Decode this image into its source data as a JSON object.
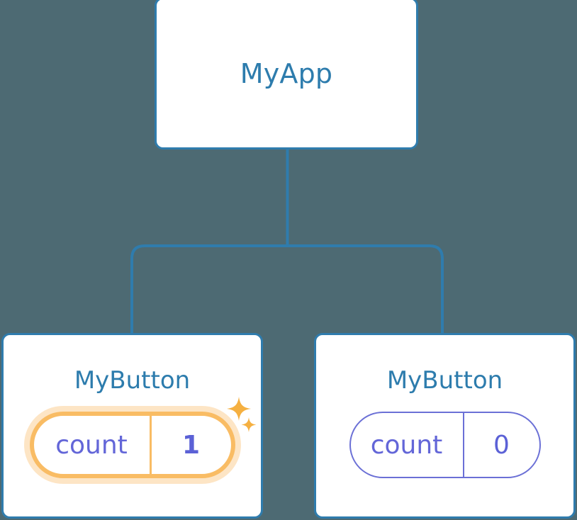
{
  "diagram": {
    "type": "component-tree",
    "background_color": "#4d6a73",
    "connector_color": "#2f7cad",
    "card_border_color": "#2f7cad",
    "card_fill_color": "#ffffff",
    "title_color": "#2d7cad",
    "state_label_color": "#6366d8",
    "state_value_color": "#5b61d6",
    "pill_border_color": "#6b70d6",
    "highlight_border_color": "#f9bc64",
    "highlight_glow_color": "#fcdcb0",
    "sparkle_color": "#f5b041"
  },
  "root": {
    "title": "MyApp"
  },
  "children": [
    {
      "title": "MyButton",
      "state": {
        "label": "count",
        "value": "1"
      },
      "highlighted": true,
      "sparkles": true
    },
    {
      "title": "MyButton",
      "state": {
        "label": "count",
        "value": "0"
      },
      "highlighted": false,
      "sparkles": false
    }
  ]
}
